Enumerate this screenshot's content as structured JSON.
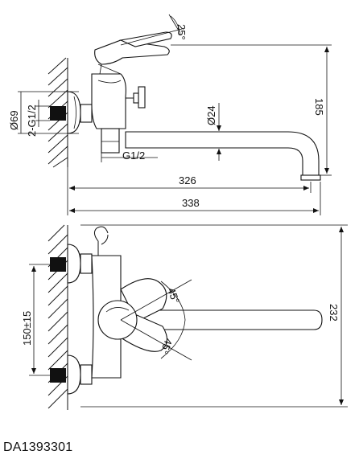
{
  "product_code": "DA1393301",
  "dimensions": {
    "handle_angle": "25°",
    "outlet_diameter": "Ø24",
    "height": "185",
    "flange_diameter": "Ø69",
    "inlet_thread": "2-G1/2",
    "outlet_thread": "G1/2",
    "spout_reach": "326",
    "overall_length": "338",
    "inlet_spacing": "150±15",
    "spout_length": "232",
    "swivel_angle_top": "45°",
    "swivel_angle_bottom": "45°"
  }
}
